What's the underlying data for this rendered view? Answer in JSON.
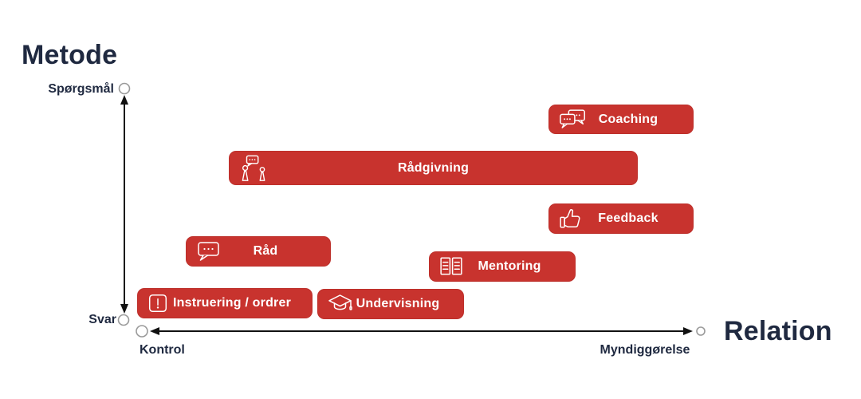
{
  "title": "Metode",
  "axes": {
    "y": {
      "top_label": "Spørgsmål",
      "bottom_label": "Svar"
    },
    "x": {
      "left_label": "Kontrol",
      "right_label": "Myndiggørelse",
      "title": "Relation"
    }
  },
  "colors": {
    "box_red": "#c8332e",
    "text_navy": "#1f2940",
    "axis_black": "#111111",
    "endpoint_circle_gray": "#9a9a9a"
  },
  "items": [
    {
      "label": "Coaching",
      "icon": "chat-bubbles-icon"
    },
    {
      "label": "Rådgivning",
      "icon": "people-talk-icon"
    },
    {
      "label": "Feedback",
      "icon": "thumbs-up-icon"
    },
    {
      "label": "Råd",
      "icon": "speech-bubble-icon"
    },
    {
      "label": "Mentoring",
      "icon": "open-book-icon"
    },
    {
      "label": "Instruering / ordrer",
      "icon": "exclamation-icon"
    },
    {
      "label": "Undervisning",
      "icon": "graduation-cap-icon"
    }
  ]
}
